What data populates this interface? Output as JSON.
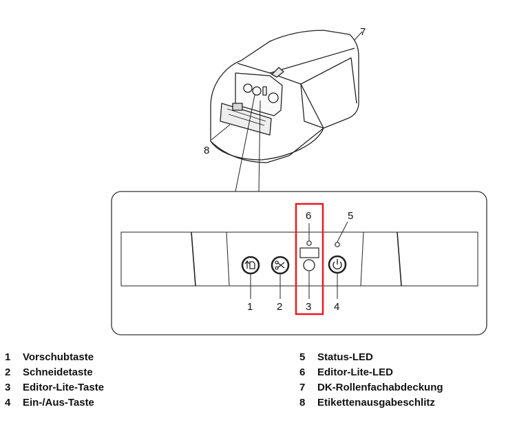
{
  "callouts": {
    "c1": "1",
    "c2": "2",
    "c3": "3",
    "c4": "4",
    "c5": "5",
    "c6": "6",
    "c7": "7",
    "c8": "8"
  },
  "highlight_color": "#e8191f",
  "legend": [
    {
      "num": "1",
      "label": "Vorschubtaste"
    },
    {
      "num": "2",
      "label": "Schneidetaste"
    },
    {
      "num": "3",
      "label": "Editor-Lite-Taste"
    },
    {
      "num": "4",
      "label": "Ein-/Aus-Taste"
    },
    {
      "num": "5",
      "label": "Status-LED"
    },
    {
      "num": "6",
      "label": "Editor-Lite-LED"
    },
    {
      "num": "7",
      "label": "DK-Rollenfachabdeckung"
    },
    {
      "num": "8",
      "label": "Etikettenausgabeschlitz"
    }
  ]
}
